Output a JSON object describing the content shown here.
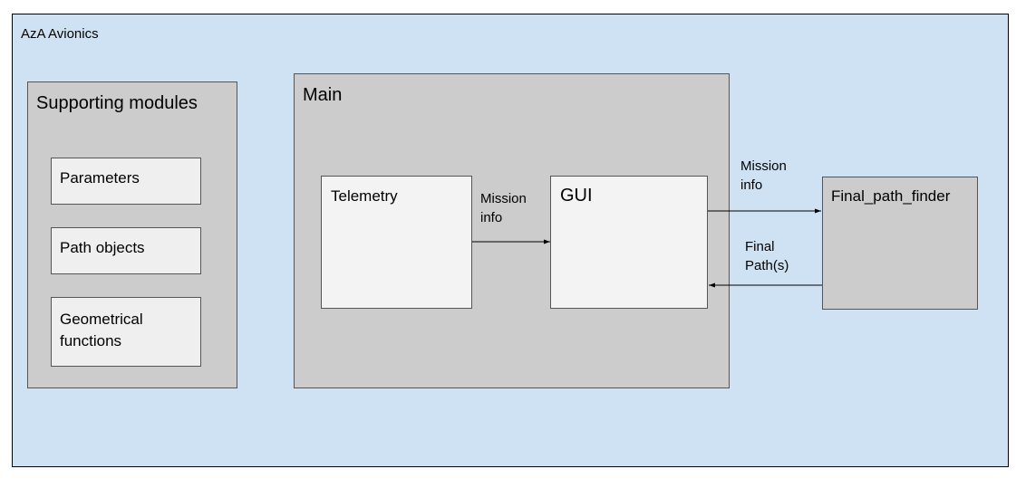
{
  "container": {
    "title": "AzA Avionics"
  },
  "supporting_modules": {
    "title": "Supporting modules",
    "items": [
      {
        "label": "Parameters"
      },
      {
        "label": "Path objects"
      },
      {
        "label": "Geometrical functions"
      }
    ]
  },
  "main": {
    "title": "Main",
    "telemetry": {
      "label": "Telemetry"
    },
    "gui": {
      "label": "GUI"
    }
  },
  "final_path_finder": {
    "label": "Final_path_finder"
  },
  "arrows": {
    "telemetry_to_gui": {
      "line1": "Mission",
      "line2": "info"
    },
    "gui_to_finder": {
      "line1": "Mission",
      "line2": "info"
    },
    "finder_to_gui": {
      "line1": "Final",
      "line2": "Path(s)"
    }
  }
}
